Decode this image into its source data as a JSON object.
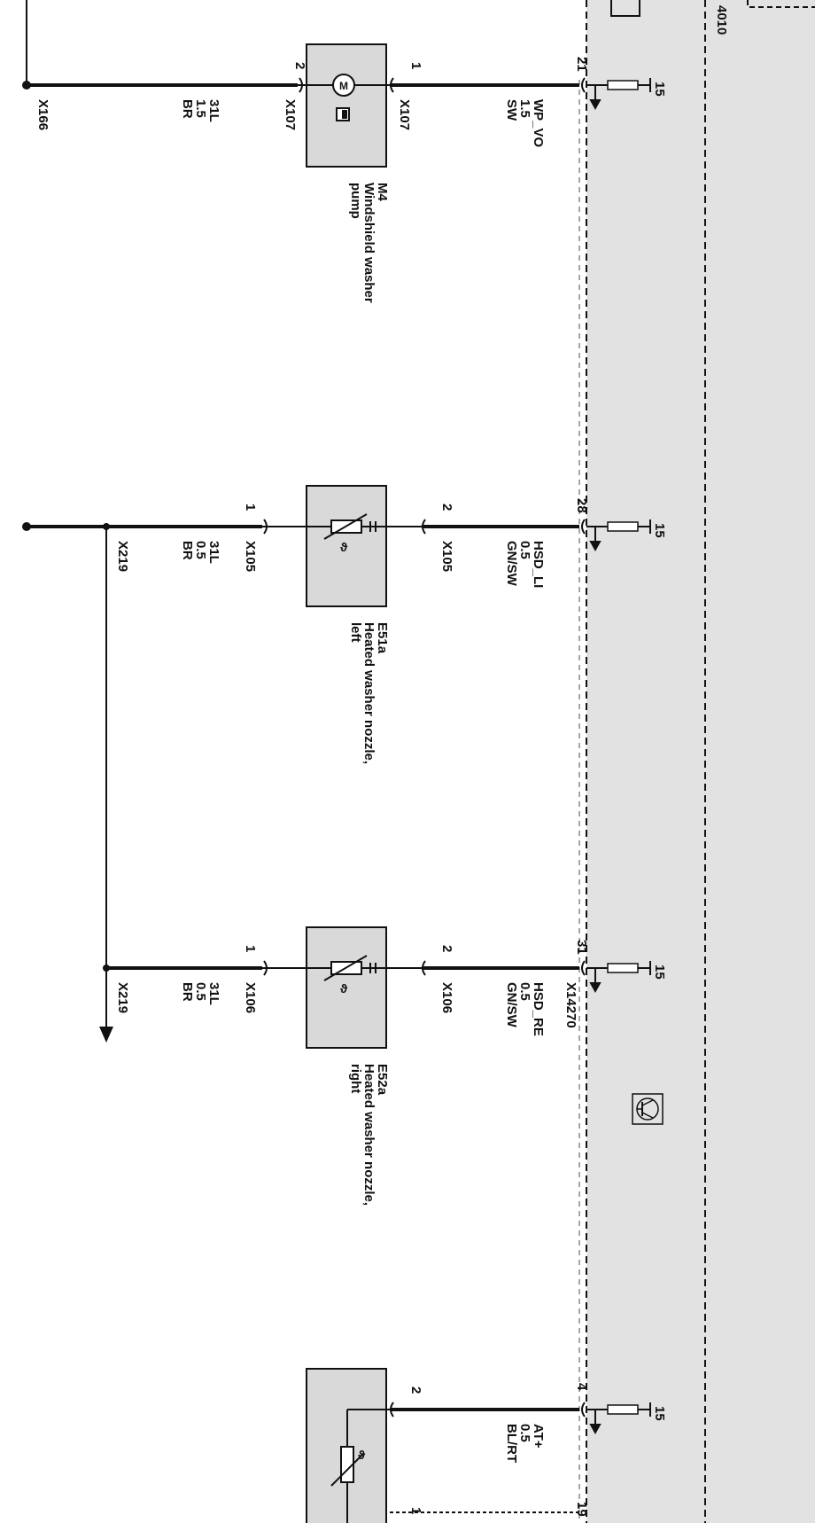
{
  "diagram": {
    "top_label": "4010",
    "colors": {
      "module_fill": "#e2e2e2",
      "component_fill": "#d9d9d9",
      "wire": "#111111"
    },
    "branches": [
      {
        "pin_module": "21",
        "fuse": "15",
        "wire_label": [
          "WP_VO",
          "1.5",
          "SW"
        ],
        "pin_in": "1",
        "conn_in": "X107",
        "pin_out": "2",
        "conn_out": "X107",
        "gnd_label": [
          "31L",
          "1.5",
          "BR"
        ],
        "gnd_conn": "X166",
        "component_id": "M4",
        "component_desc": [
          "Windshield washer",
          "pump"
        ],
        "icon": "motor-icon"
      },
      {
        "pin_module": "28",
        "fuse": "15",
        "wire_label": [
          "HSD_LI",
          "0.5",
          "GN/SW"
        ],
        "pin_in": "2",
        "conn_in": "X105",
        "pin_out": "1",
        "conn_out": "X105",
        "gnd_label": [
          "31L",
          "0.5",
          "BR"
        ],
        "gnd_conn": "X219",
        "component_id": "E51a",
        "component_desc": [
          "Heated washer nozzle,",
          "left"
        ],
        "icon": "heater-icon"
      },
      {
        "pin_module": "31",
        "fuse": "15",
        "wire_label": [
          "HSD_RE",
          "0.5",
          "GN/SW"
        ],
        "module_conn": "X14270",
        "pin_in": "2",
        "conn_in": "X106",
        "pin_out": "1",
        "conn_out": "X106",
        "gnd_label": [
          "31L",
          "0.5",
          "BR"
        ],
        "gnd_conn": "X219",
        "component_id": "E52a",
        "component_desc": [
          "Heated washer nozzle,",
          "right"
        ],
        "icon": "heater-icon"
      },
      {
        "pin_module": "4",
        "fuse": "15",
        "wire_label": [
          "AT+",
          "0.5",
          "BL/RT"
        ],
        "pin_in": "2",
        "pin_out": "1",
        "icon": "temperature-sensor-icon"
      }
    ],
    "bottom_pin": "19",
    "module_symbol": "transistor-icon"
  }
}
